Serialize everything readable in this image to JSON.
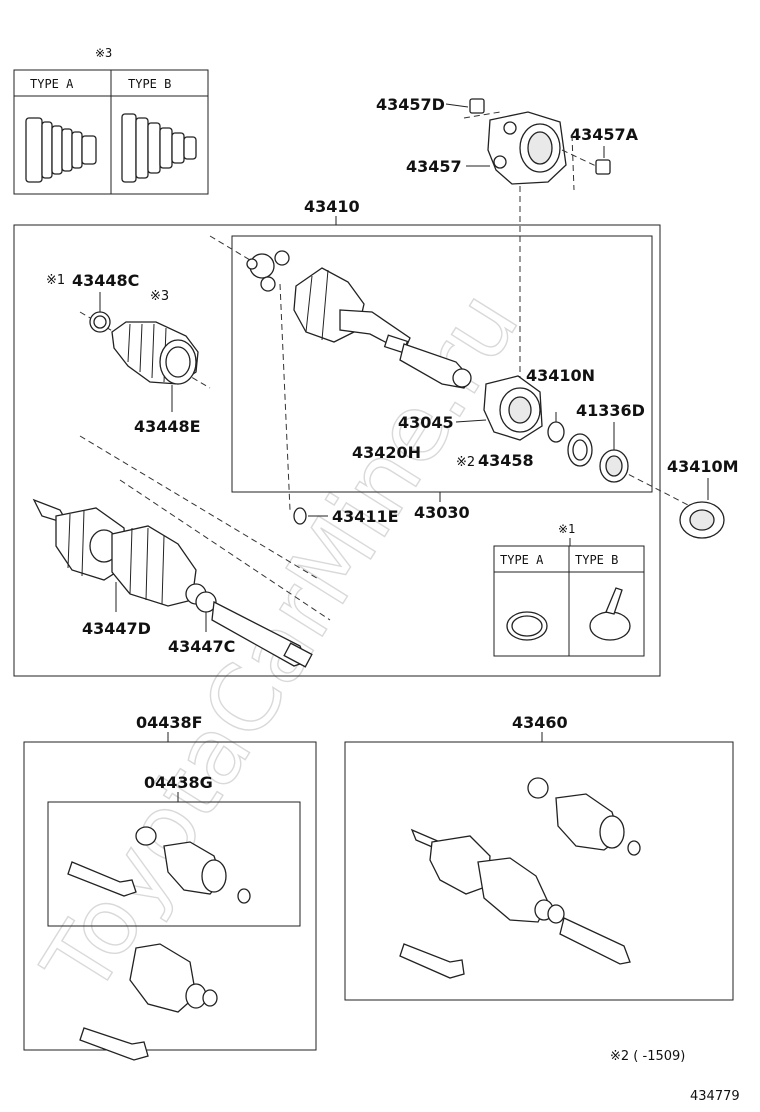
{
  "watermark": "ToyotaCarMine.ru",
  "drawing_number": "434779",
  "legend": {
    "boot_types": {
      "note": "※3",
      "type_a": "TYPE A",
      "type_b": "TYPE B"
    },
    "clamp_types": {
      "note": "※1",
      "type_a": "TYPE A",
      "type_b": "TYPE B"
    },
    "footnote": "※2 (      -1509)"
  },
  "parts": {
    "p43457D": "43457D",
    "p43457A": "43457A",
    "p43457": "43457",
    "p43410": "43410",
    "p43448C_note": "※1",
    "p43448C": "43448C",
    "p43448_boot_note": "※3",
    "p43448E": "43448E",
    "p43410N": "43410N",
    "p43045": "43045",
    "p41336D": "41336D",
    "p43420H": "43420H",
    "p43458_note": "※2",
    "p43458": "43458",
    "p43410M": "43410M",
    "p43411E": "43411E",
    "p43030": "43030",
    "p43447D": "43447D",
    "p43447C": "43447C",
    "p04438F": "04438F",
    "p04438G": "04438G",
    "p43460": "43460"
  }
}
